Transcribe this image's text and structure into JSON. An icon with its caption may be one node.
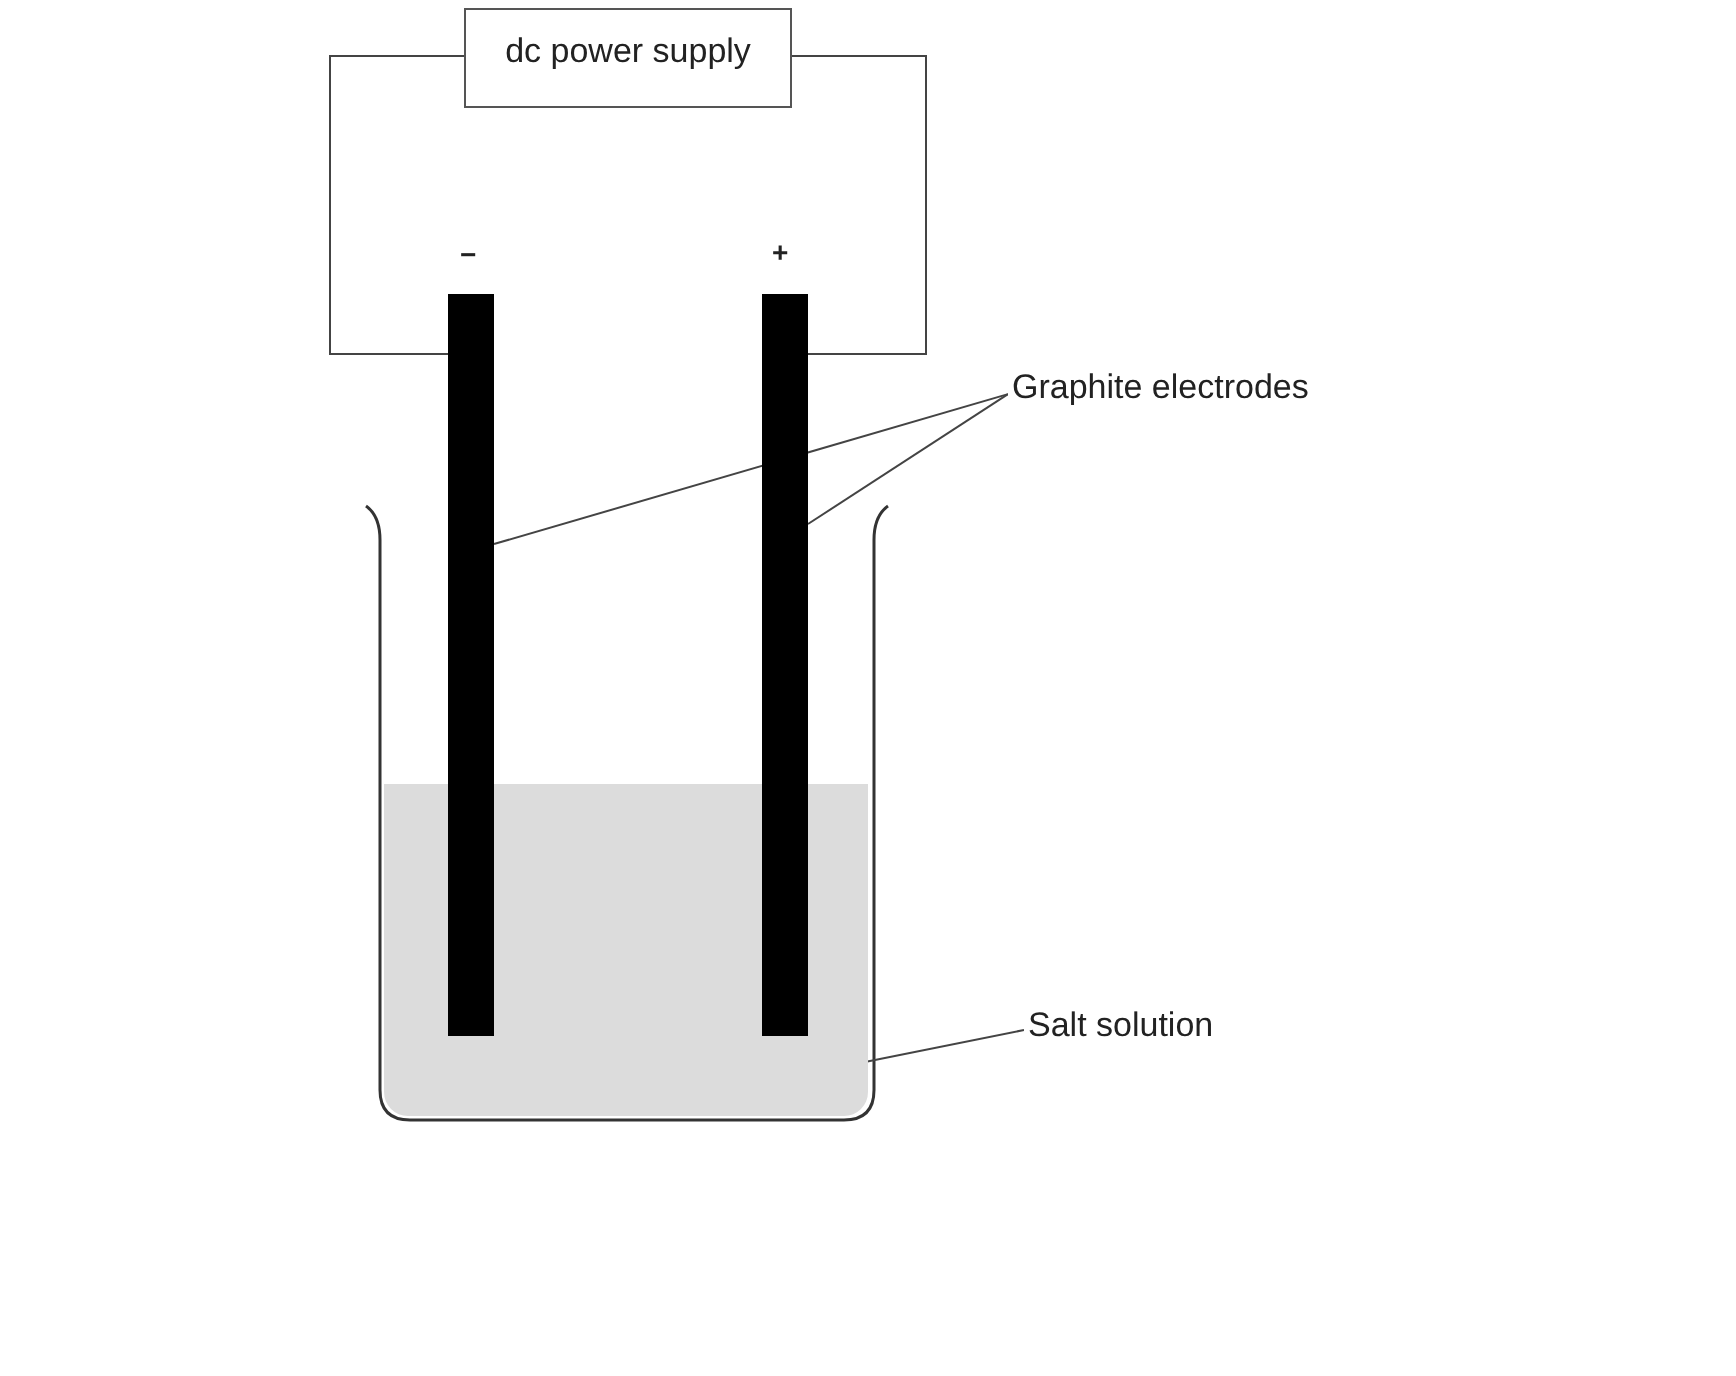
{
  "diagram": {
    "nodes": [
      {
        "text": [
          "dc power supply"
        ]
      },
      {
        "text": [],
        "shape": "bar"
      },
      {
        "text": [],
        "shape": "bar"
      },
      {
        "text": [
          "Graphite electrodes"
        ]
      },
      {
        "text": [
          "Salt solution"
        ]
      },
      {
        "text": [],
        "shape": "box"
      }
    ],
    "edges": [
      {
        "from": 0,
        "to": 1,
        "arrow": "none"
      },
      {
        "from": 0,
        "to": 2,
        "arrow": "none"
      },
      {
        "from": 3,
        "to": 1,
        "arrow": "none"
      },
      {
        "from": 3,
        "to": 2,
        "arrow": "none"
      },
      {
        "from": 4,
        "to": 5,
        "arrow": "none"
      }
    ],
    "labels": [
      "−",
      "+"
    ]
  }
}
